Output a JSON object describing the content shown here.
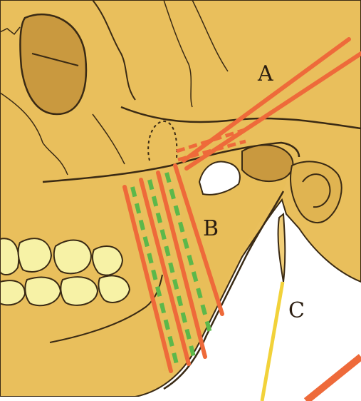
{
  "figure": {
    "labels": {
      "a": "A",
      "b": "B",
      "c": "C"
    },
    "colors": {
      "skull_fill": "#e9bf5c",
      "bone_highlight": "#f2cf78",
      "teeth_fill": "#f7f2a6",
      "outline": "#3a2a14",
      "nerve_orange": "#ee6a3a",
      "nerve_green": "#5cb84a",
      "needle_yellow": "#f2d23a",
      "background": "#ffffff"
    }
  }
}
